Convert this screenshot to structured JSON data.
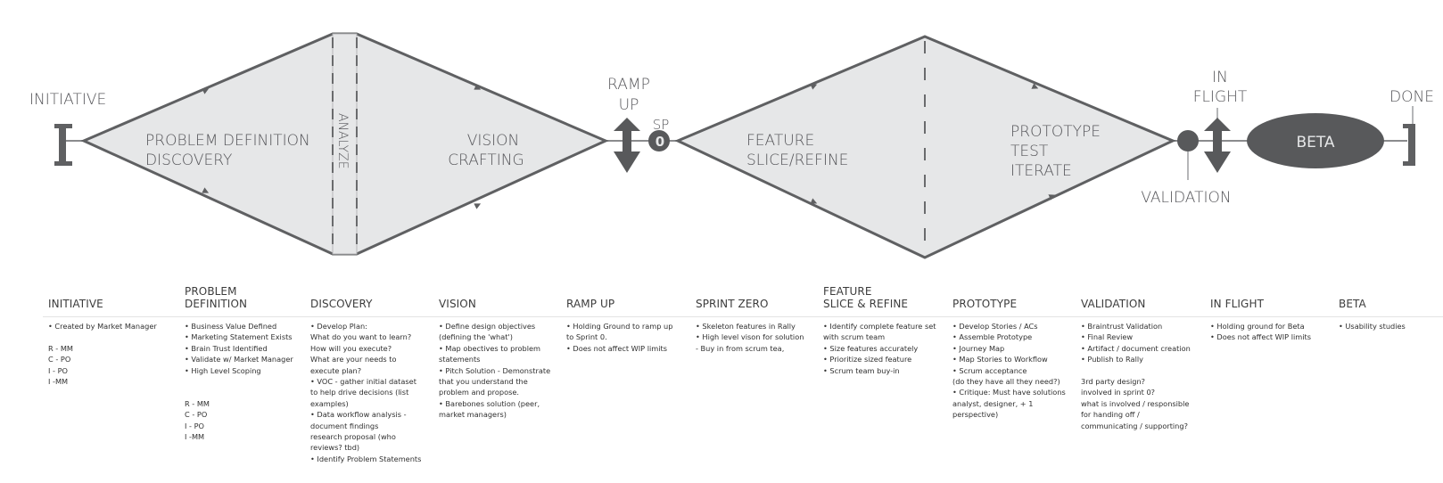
{
  "diagram": {
    "stage_labels": {
      "initiative": "INITIATIVE",
      "problem_definition": "PROBLEM DEFINITION",
      "discovery": "DISCOVERY",
      "analyze": "ANALYZE",
      "vision": "VISION",
      "crafting": "CRAFTING",
      "ramp": "RAMP",
      "up": "UP",
      "sp": "SP",
      "sp_number": "0",
      "feature": "FEATURE",
      "slice_refine": "SLICE/REFINE",
      "prototype": "PROTOTYPE",
      "test": "TEST",
      "iterate": "ITERATE",
      "in": "IN",
      "flight": "FLIGHT",
      "validation": "VALIDATION",
      "beta": "BETA",
      "done": "DONE"
    },
    "colors": {
      "shape_fill": "#e6e7e8",
      "stroke": "#5f6062",
      "dark": "#58595b",
      "light_text": "#e6e7e8"
    }
  },
  "columns": [
    {
      "title": [
        "INITIATIVE"
      ],
      "lines": [
        "• Created by Market Manager",
        "",
        "R - MM",
        "C - PO",
        "I - PO",
        "I -MM"
      ]
    },
    {
      "title": [
        "PROBLEM",
        "DEFINITION"
      ],
      "lines": [
        "• Business Value Defined",
        "• Marketing Statement Exists",
        "• Brain Trust Identified",
        "• Validate w/ Market Manager",
        "• High Level Scoping",
        "",
        "",
        "R - MM",
        "C - PO",
        "I - PO",
        "I -MM"
      ]
    },
    {
      "title": [
        "DISCOVERY"
      ],
      "lines": [
        "• Develop Plan:",
        "What do you want to learn?",
        "How will you execute?",
        "What are your needs to",
        "execute plan?",
        "• VOC - gather initial dataset",
        "to help drive decisions (list",
        "examples)",
        "• Data workflow analysis -",
        "document findings",
        "research proposal (who",
        "reviews?  tbd)",
        "• Identify Problem Statements"
      ]
    },
    {
      "title": [
        "VISION"
      ],
      "lines": [
        "• Define design objectives",
        "(defining the 'what')",
        "• Map obectives to problem",
        "statements",
        "• Pitch Solution - Demonstrate",
        "that you understand the",
        "problem and propose.",
        "• Barebones solution (peer,",
        "market managers)"
      ]
    },
    {
      "title": [
        "RAMP UP"
      ],
      "lines": [
        "• Holding Ground to ramp up",
        "to Sprint 0.",
        "• Does not affect WIP limits"
      ]
    },
    {
      "title": [
        "SPRINT ZERO"
      ],
      "lines": [
        "• Skeleton features in Rally",
        "• High level vison for solution",
        "- Buy in from scrum tea,"
      ]
    },
    {
      "title": [
        "FEATURE",
        "SLICE & REFINE"
      ],
      "lines": [
        "• Identify complete feature set",
        "with scrum team",
        "• Size features accurately",
        "• Prioritize sized feature",
        "• Scrum team buy-in"
      ]
    },
    {
      "title": [
        "PROTOTYPE"
      ],
      "lines": [
        "• Develop Stories / ACs",
        "• Assemble Prototype",
        "• Journey Map",
        "• Map Stories to Workflow",
        "• Scrum acceptance",
        "(do they have all they need?)",
        "• Critique: Must have solutions",
        "analyst, designer, + 1",
        "perspective)"
      ]
    },
    {
      "title": [
        "VALIDATION"
      ],
      "lines": [
        "• Braintrust Validation",
        "• Final Review",
        "• Artifact / document creation",
        "• Publish to Rally",
        "",
        "3rd party design?",
        "involved in sprint 0?",
        "what is involved / responsible",
        "for handing off /",
        "communicating / supporting?"
      ]
    },
    {
      "title": [
        "IN FLIGHT"
      ],
      "lines": [
        "• Holding ground for Beta",
        "• Does not affect WIP limits"
      ]
    },
    {
      "title": [
        "BETA"
      ],
      "lines": [
        "• Usability studies"
      ]
    }
  ]
}
